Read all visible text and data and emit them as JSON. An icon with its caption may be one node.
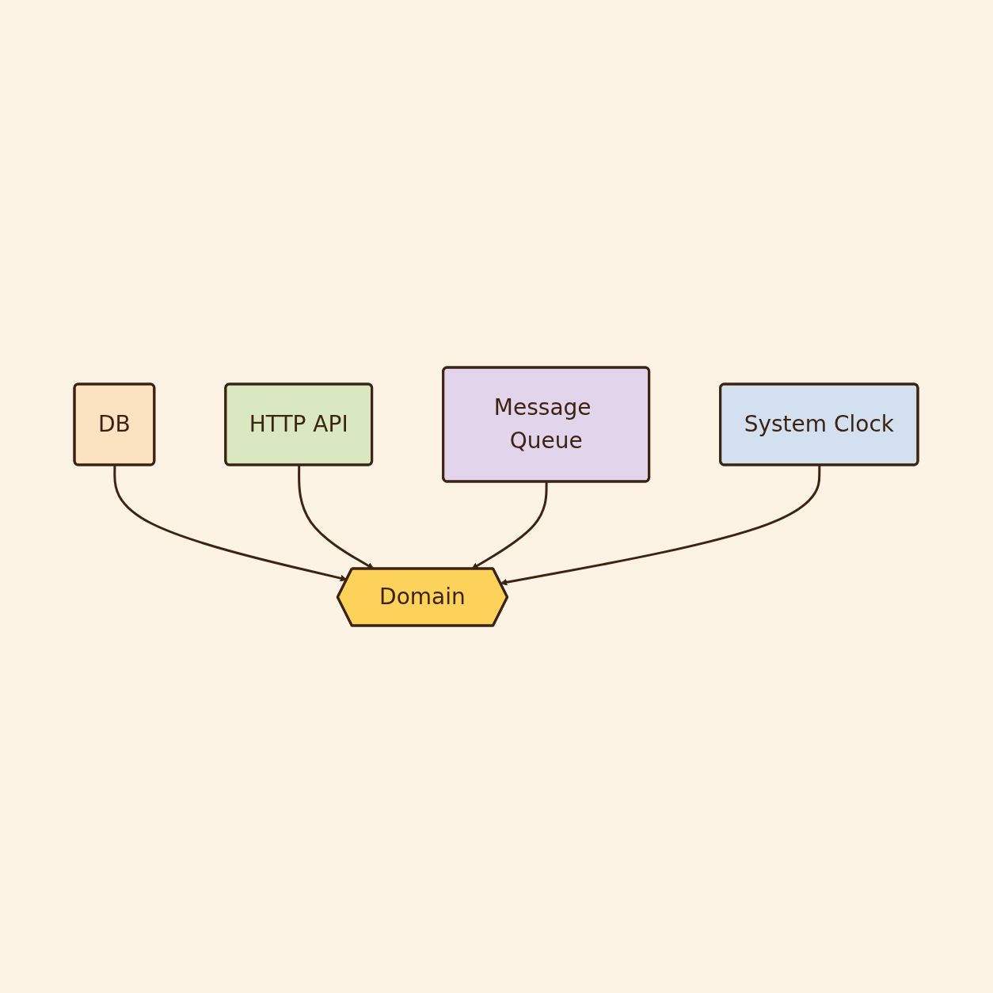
{
  "diagram": {
    "nodes": [
      {
        "text": [
          "DB"
        ]
      },
      {
        "text": [
          "HTTP API"
        ]
      },
      {
        "text": [
          "Domain"
        ]
      },
      {
        "text": [
          "Message Queue"
        ]
      },
      {
        "text": [
          "System Clock"
        ]
      }
    ],
    "edges": [
      {
        "from": 0,
        "to": 2,
        "arrow": "to"
      },
      {
        "from": 1,
        "to": 2,
        "arrow": "to"
      },
      {
        "from": 3,
        "to": 2,
        "arrow": "to"
      },
      {
        "from": 4,
        "to": 2,
        "arrow": "to"
      }
    ]
  }
}
